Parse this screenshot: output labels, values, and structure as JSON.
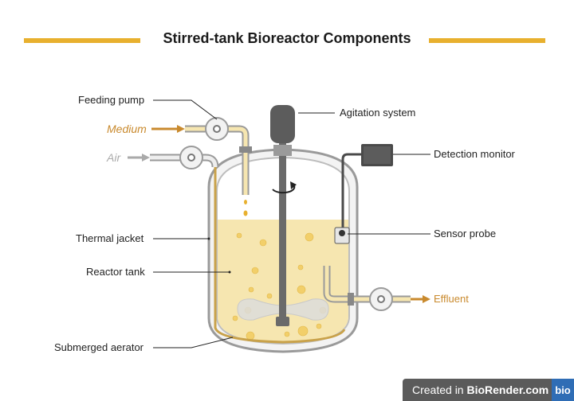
{
  "title": "Stirred-tank Bioreactor Components",
  "colors": {
    "accent": "#E8B02E",
    "medium": "#C98A2E",
    "air": "#AAAAAA",
    "liquid": "#F6E6B0",
    "vessel": "#9A9A9A",
    "monitor": "#4A4A4A",
    "badge_bg": "#5B5B5B",
    "logo_bg": "#2F6DB5"
  },
  "labels": {
    "feeding_pump": "Feeding pump",
    "medium": "Medium",
    "air": "Air",
    "thermal_jacket": "Thermal jacket",
    "reactor_tank": "Reactor tank",
    "submerged_aerator": "Submerged aerator",
    "agitation_system": "Agitation system",
    "detection_monitor": "Detection monitor",
    "sensor_probe": "Sensor probe",
    "effluent": "Effluent"
  },
  "footer": {
    "created_in": "Created in ",
    "brand": "BioRender.com",
    "logo": "bio"
  }
}
